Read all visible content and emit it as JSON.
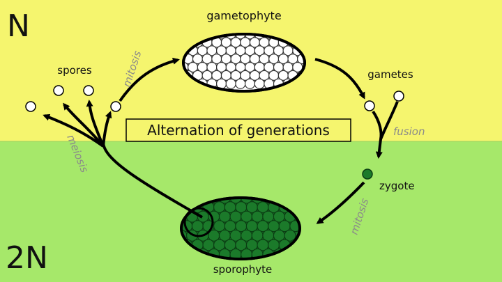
{
  "labels": {
    "haploid": "N",
    "diploid": "2N",
    "gametophyte": "gametophyte",
    "spores": "spores",
    "gametes": "gametes",
    "fusion": "fusion",
    "zygote": "zygote",
    "sporophyte": "sporophyte",
    "mitosis_top": "mitosis",
    "mitosis_bottom": "mitosis",
    "meiosis": "meiosis",
    "center_title": "Alternation of generations"
  },
  "colors": {
    "haploid_bg": "#f5f56e",
    "diploid_bg": "#a6e86a",
    "cell_dark": "#1b7a2a",
    "cell_light": "#ffffff",
    "arrow": "#000000",
    "annotation": "#8a8a8a"
  }
}
